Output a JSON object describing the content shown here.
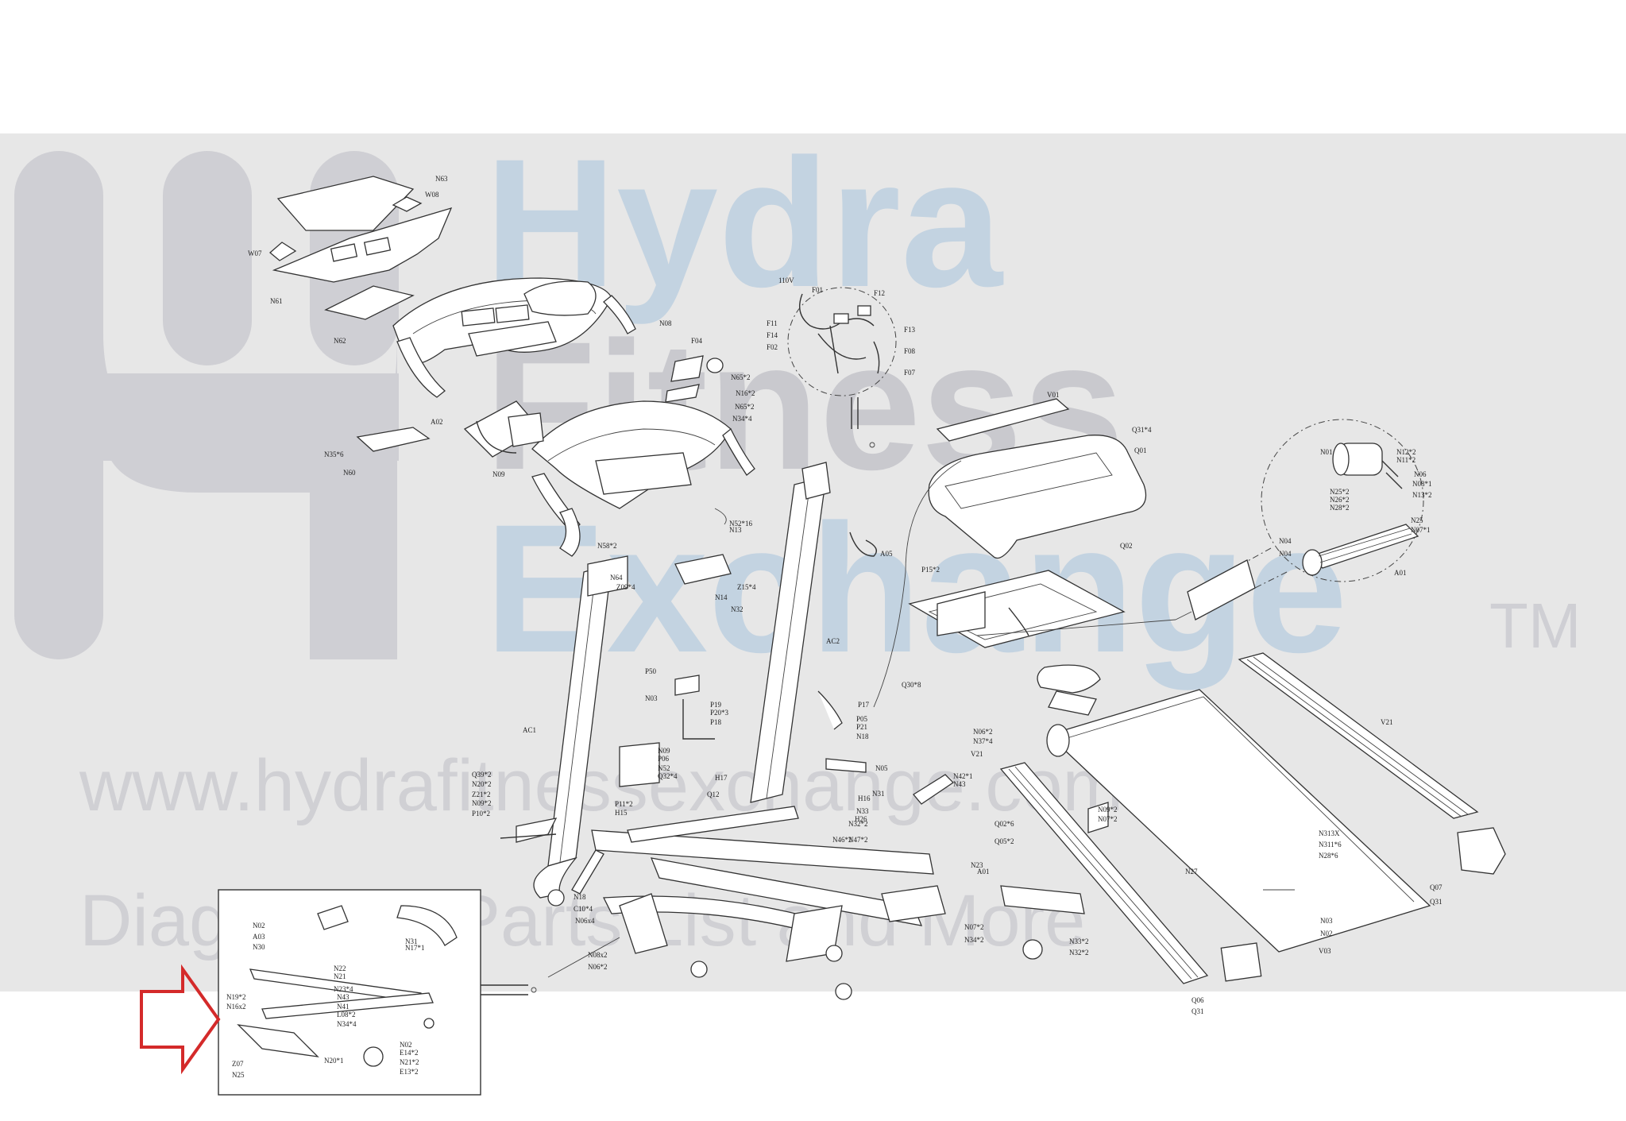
{
  "watermark": {
    "line1": "Hydra",
    "line2": "Fitness",
    "line3": "Exchange",
    "tm": "TM",
    "url": "www.hydrafitnessexchange.com",
    "tagline": "Diagrams | Parts List and More"
  },
  "colors": {
    "band": "#e7e7e7",
    "logo_grey": "#c9c9ce",
    "logo_blue": "#c3d3e1",
    "arrow": "#d42a2a"
  },
  "labels": {
    "console": [
      "N63",
      "W08",
      "W07",
      "N61",
      "N62",
      "N08",
      "F04",
      "N65*2",
      "N16*2",
      "N65*2",
      "N34*4",
      "N35*6",
      "N60",
      "A02",
      "N09",
      "N52*16",
      "N13",
      "N58*2",
      "N64",
      "Z09*4",
      "Z15*4",
      "N14",
      "N32"
    ],
    "wiring": [
      "110V",
      "F01",
      "F12",
      "F11",
      "F14",
      "F02",
      "F13",
      "F08",
      "F07"
    ],
    "motor_cover": [
      "V01",
      "Q31*4",
      "Q01",
      "A05",
      "P15*2",
      "Q02",
      "Q30*8"
    ],
    "motor_detail": [
      "N01",
      "N12*2",
      "N11*2",
      "N06",
      "N08*1",
      "N13*2",
      "N25*2",
      "N26*2",
      "N28*2",
      "N25",
      "N07*1",
      "N04",
      "N04",
      "A01"
    ],
    "frame": [
      "AC1",
      "AC2",
      "P50",
      "N03",
      "P19",
      "P20*3",
      "P18",
      "P17",
      "P05",
      "P21",
      "N18",
      "N05",
      "N09",
      "P06",
      "N52",
      "Q32*4",
      "Q39*2",
      "N20*2",
      "Z21*2",
      "N09*2",
      "P10*2",
      "P11*2",
      "H15",
      "H17",
      "Q12",
      "H16",
      "N33",
      "H26",
      "N42*1",
      "N43",
      "N31",
      "N32*2",
      "N46*2",
      "N47*2",
      "A01",
      "N23",
      "N18",
      "C10*4",
      "N06x4",
      "N08x2",
      "N06*2",
      "N07*2",
      "N34*2",
      "N33*2",
      "N32*2"
    ],
    "deck": [
      "N06*2",
      "N37*4",
      "V21",
      "Q02*6",
      "Q05*2",
      "N09*2",
      "N07*2",
      "N27",
      "N313X",
      "N311*6",
      "N28*6",
      "N03",
      "N02",
      "V03",
      "V21",
      "Q07",
      "Q31",
      "Q06",
      "Q31"
    ],
    "inset": [
      "N02",
      "A03",
      "N30",
      "N31",
      "N17*1",
      "N22",
      "N21",
      "N23*4",
      "N43",
      "N41",
      "L08*2",
      "N34*4",
      "N19*2",
      "N16x2",
      "N20*1",
      "N02",
      "E14*2",
      "N21*2",
      "E13*2",
      "Z07",
      "N25"
    ]
  }
}
